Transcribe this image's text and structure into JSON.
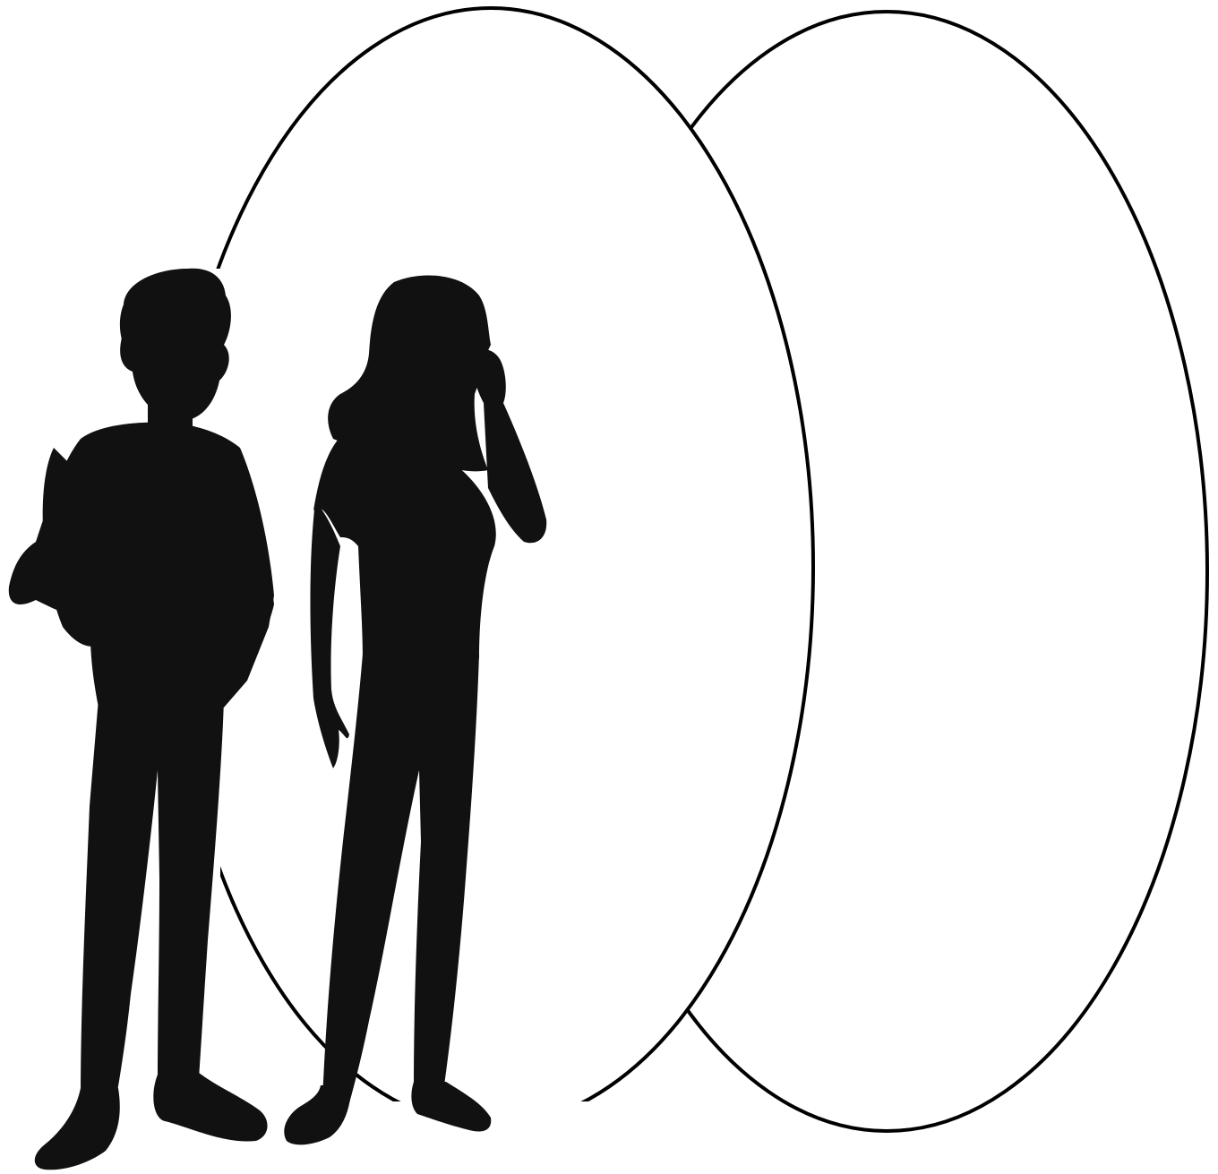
{
  "scene": {
    "background_color": "#ffffff",
    "outline_color": "#000000",
    "silhouette_color": "#111111",
    "shapes": [
      "left-oval-outline",
      "right-oval-outline"
    ],
    "figures": [
      "man-silhouette",
      "woman-silhouette"
    ]
  }
}
